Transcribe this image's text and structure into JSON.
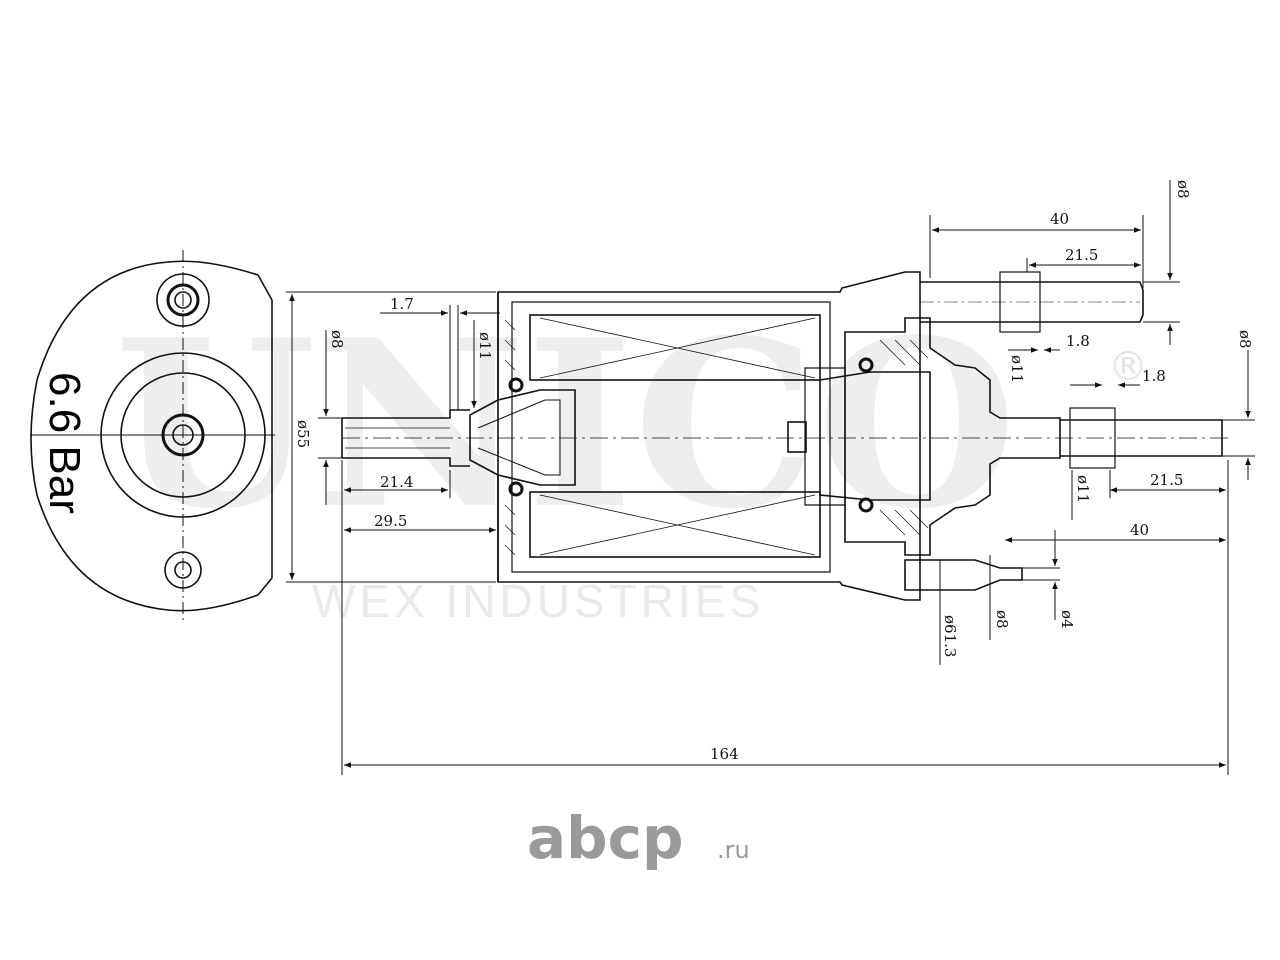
{
  "pressure_label": "6.6 Bar",
  "watermark": {
    "brand": "UNICO",
    "registered": "®",
    "subtitle": "WEX INDUSTRIES"
  },
  "site_logo": {
    "name": "abcp",
    "tld": ".ru"
  },
  "dimensions": {
    "inlet_tube_length": "21.4",
    "inlet_section_length": "29.5",
    "body_diameter": "ø55",
    "inlet_diameter": "ø8",
    "inlet_collar_diameter": "ø11",
    "wall_thickness": "1.7",
    "overall_length": "164",
    "top_outlet_length": "40",
    "top_outlet_tube_length": "21.5",
    "top_outlet_diameter": "ø8",
    "top_outlet_ring": "1.8",
    "top_outlet_collar_diameter": "ø11",
    "side_outlet_diameter": "ø8",
    "side_outlet_ring": "1.8",
    "side_outlet_collar_diameter": "ø11",
    "side_outlet_tube_length": "21.5",
    "side_outlet_length": "40",
    "flange_diameter": "ø61.3",
    "return_port_diameter": "ø8",
    "return_port_bore": "ø4"
  },
  "colors": {
    "line": "#111111",
    "watermark": "#eceeef",
    "logo": "#9a9a9a"
  }
}
